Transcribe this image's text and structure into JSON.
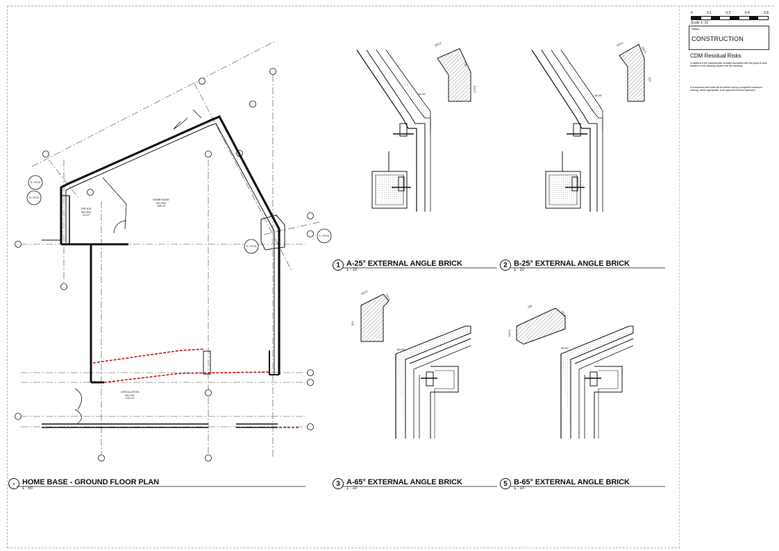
{
  "title_block": {
    "scale_ticks": [
      "0",
      "0.1",
      "0.2",
      "0.4",
      "0.8"
    ],
    "scale_label": "Scale 1: 10",
    "status_small": "Status",
    "status": "CONSTRUCTION",
    "cdm_title": "CDM Residual Risks",
    "cdm_text_1": "In addition to the hazards/risks normally associated with the types of work detailed on this drawing, please note the following:",
    "cdm_text_2": "It is assumed that works will be carried out by a competent contractor working, where appropriate, to an approved method statement."
  },
  "views": [
    {
      "id": "main-plan",
      "number": "-",
      "title": "HOME BASE - GROUND FLOOR PLAN",
      "scale": "1 : 50"
    },
    {
      "id": "detail-1",
      "number": "1",
      "title": "A-25° EXTERNAL ANGLE BRICK",
      "scale": "1 : 10"
    },
    {
      "id": "detail-2",
      "number": "2",
      "title": "B-25° EXTERNAL ANGLE BRICK",
      "scale": "1 : 10"
    },
    {
      "id": "detail-3",
      "number": "3",
      "title": "A-65° EXTERNAL ANGLE BRICK",
      "scale": "1 : 10"
    },
    {
      "id": "detail-5",
      "number": "5",
      "title": "B-65° EXTERNAL ANGLE BRICK",
      "scale": "1 : 10"
    }
  ],
  "rooms": [
    {
      "id": "office",
      "name": "OFFICE",
      "code": "NG.003",
      "area": "11 m²"
    },
    {
      "id": "home-base",
      "name": "HOME BASE",
      "code": "NG.002",
      "area": "108 m²"
    },
    {
      "id": "circulation",
      "name": "CIRCULATION",
      "code": "NG.001",
      "area": "133 m²"
    }
  ],
  "callouts": [
    "5 / 5710",
    "3 / 5710",
    "1 / 5710",
    "6 / 5710"
  ],
  "dimensions": {
    "d1": [
      "102.5",
      "215",
      "102.5",
      "25.00°"
    ],
    "d2": [
      "102.5",
      "102.5",
      "215",
      "25.00°"
    ],
    "d3": [
      "102.5",
      "102.5",
      "215",
      "65.00°"
    ],
    "d5": [
      "215",
      "102.5",
      "102.5",
      "65.00°"
    ]
  }
}
